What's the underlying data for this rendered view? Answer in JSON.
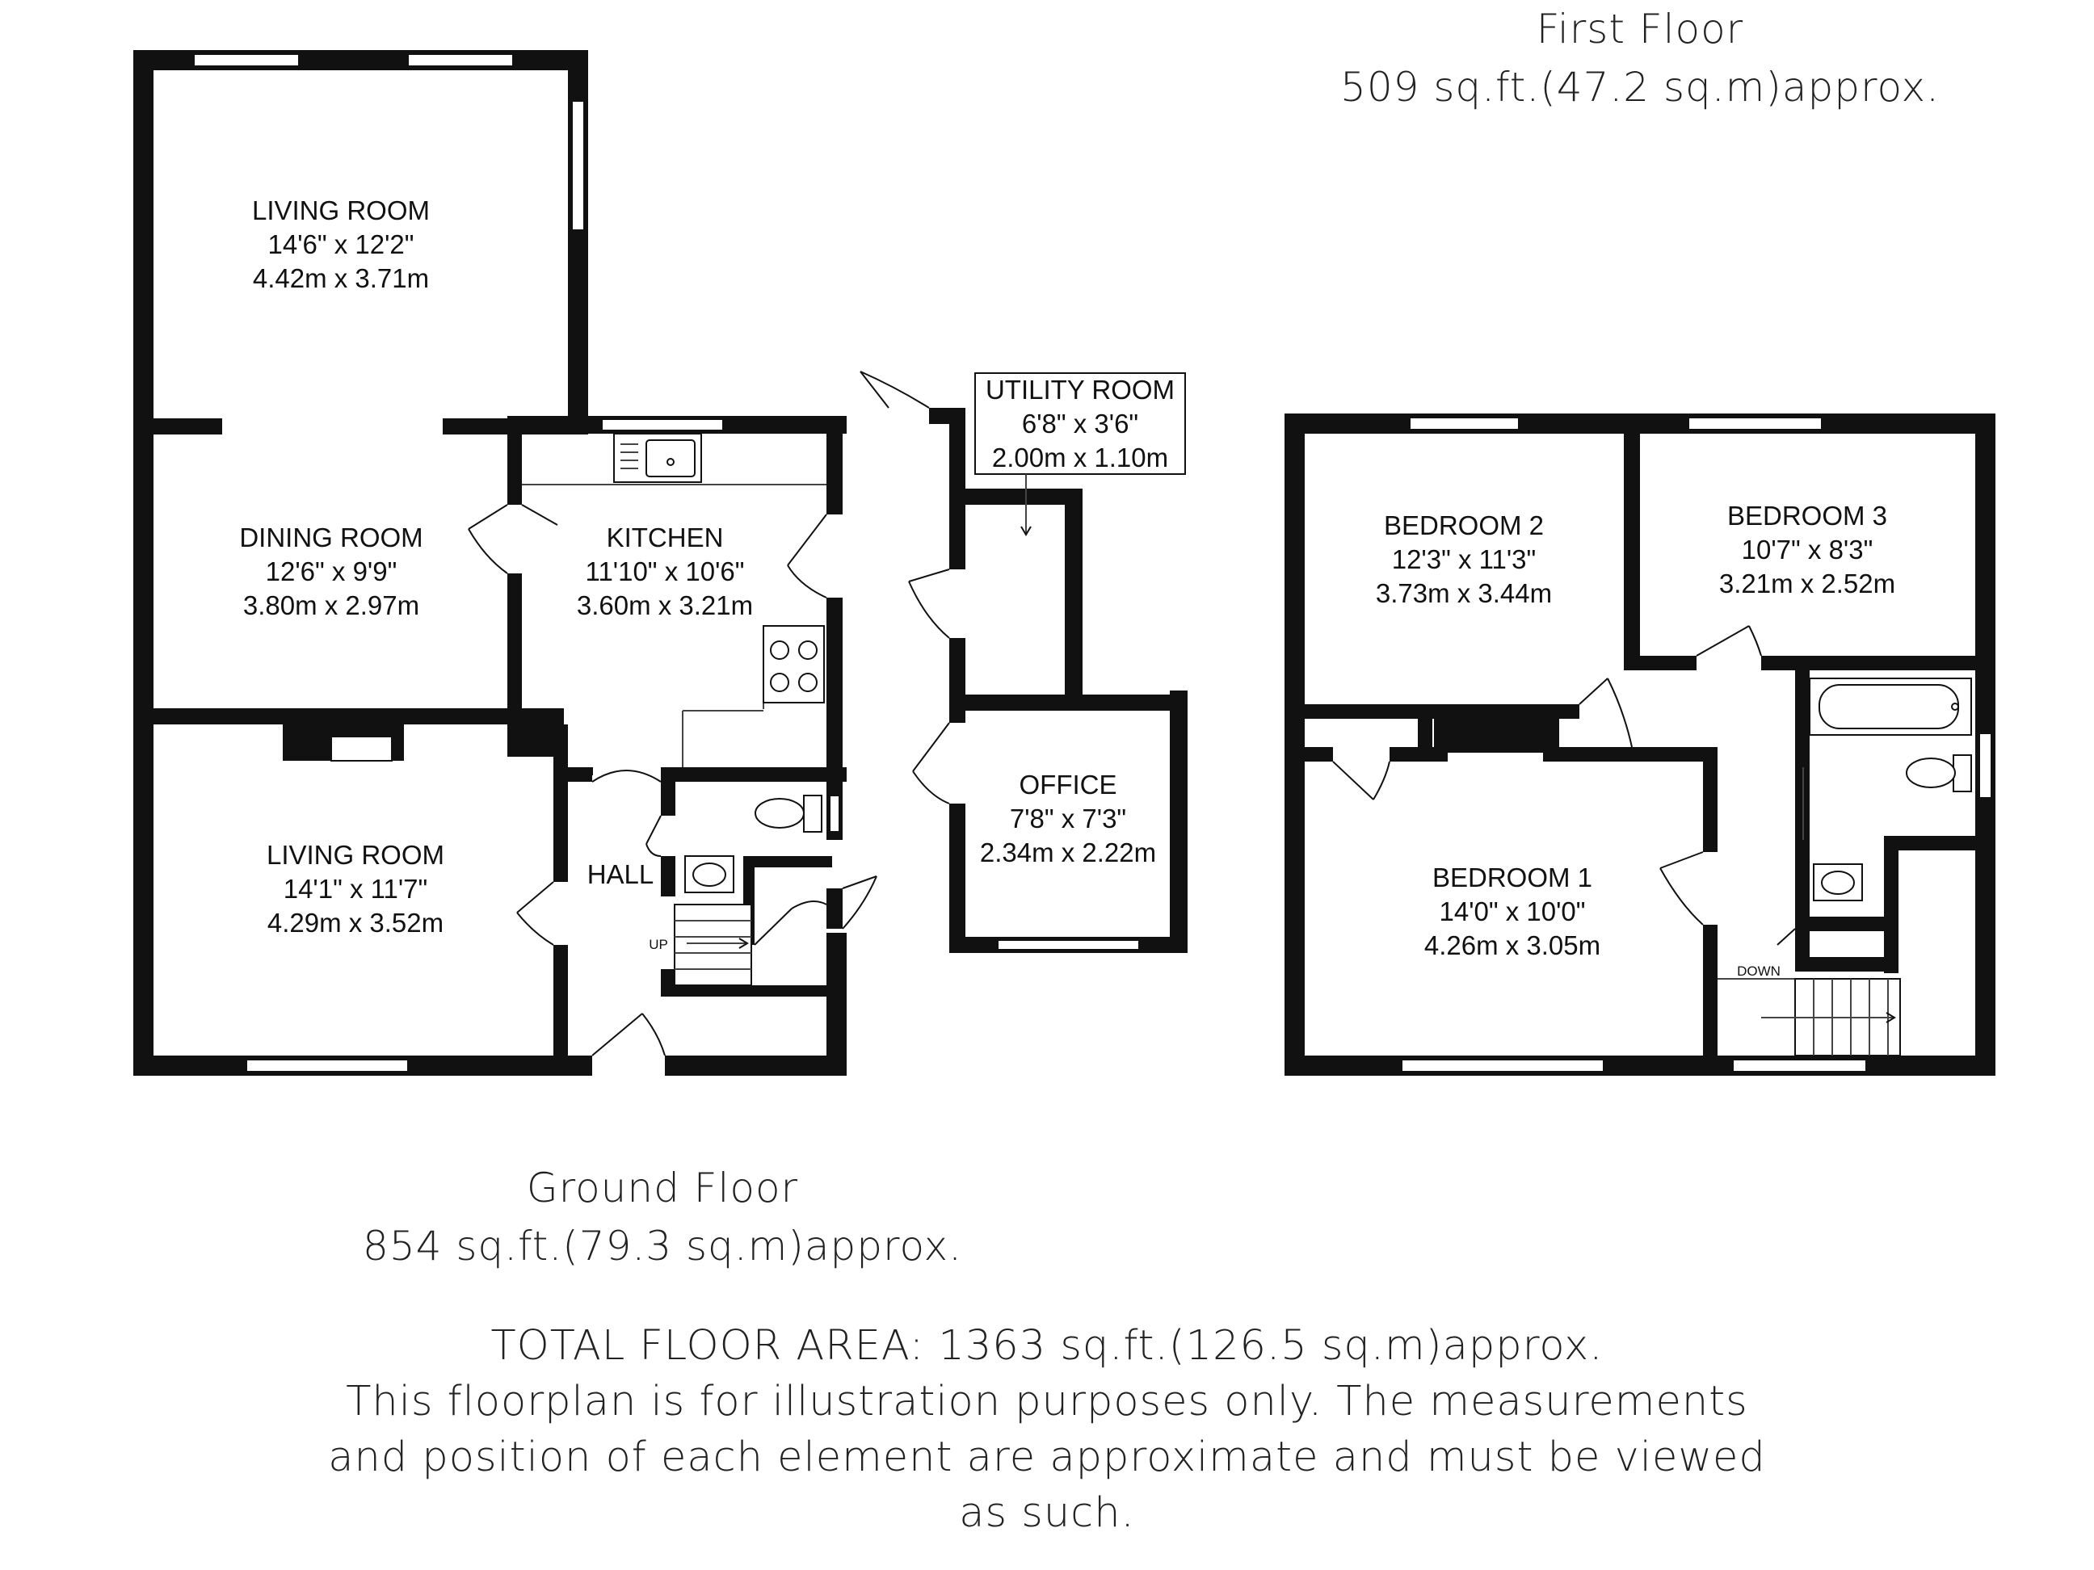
{
  "ground_floor": {
    "rooms": [
      {
        "id": "living1",
        "name": "LIVING ROOM",
        "imperial": "14'6\" x 12'2\"",
        "metric": "4.42m x 3.71m"
      },
      {
        "id": "dining",
        "name": "DINING ROOM",
        "imperial": "12'6\" x 9'9\"",
        "metric": "3.80m x 2.97m"
      },
      {
        "id": "kitchen",
        "name": "KITCHEN",
        "imperial": "11'10\" x 10'6\"",
        "metric": "3.60m x 3.21m"
      },
      {
        "id": "utility",
        "name": "UTILITY ROOM",
        "imperial": "6'8\" x 3'6\"",
        "metric": "2.00m x 1.10m"
      },
      {
        "id": "living2",
        "name": "LIVING ROOM",
        "imperial": "14'1\" x 11'7\"",
        "metric": "4.29m x 3.52m"
      },
      {
        "id": "hall",
        "name": "HALL"
      },
      {
        "id": "office",
        "name": "OFFICE",
        "imperial": "7'8\" x 7'3\"",
        "metric": "2.34m x 2.22m"
      }
    ],
    "stair_label": "UP",
    "caption": "Ground Floor",
    "area": "854 sq.ft.(79.3 sq.m)approx."
  },
  "first_floor": {
    "rooms": [
      {
        "id": "bed2",
        "name": "BEDROOM 2",
        "imperial": "12'3\" x 11'3\"",
        "metric": "3.73m x 3.44m"
      },
      {
        "id": "bed3",
        "name": "BEDROOM 3",
        "imperial": "10'7\" x 8'3\"",
        "metric": "3.21m x 2.52m"
      },
      {
        "id": "bed1",
        "name": "BEDROOM 1",
        "imperial": "14'0\" x 10'0\"",
        "metric": "4.26m x 3.05m"
      }
    ],
    "stair_label": "DOWN",
    "caption": "First Floor",
    "area": "509 sq.ft.(47.2 sq.m)approx."
  },
  "footer": {
    "total": "TOTAL FLOOR AREA: 1363 sq.ft.(126.5 sq.m)approx.",
    "disclaimer_1": "This floorplan is for illustration purposes only. The measurements",
    "disclaimer_2": "and position of each element are approximate and must be viewed",
    "disclaimer_3": "as such."
  },
  "colors": {
    "walls": "#111111",
    "background": "#ffffff",
    "text": "#111111"
  }
}
